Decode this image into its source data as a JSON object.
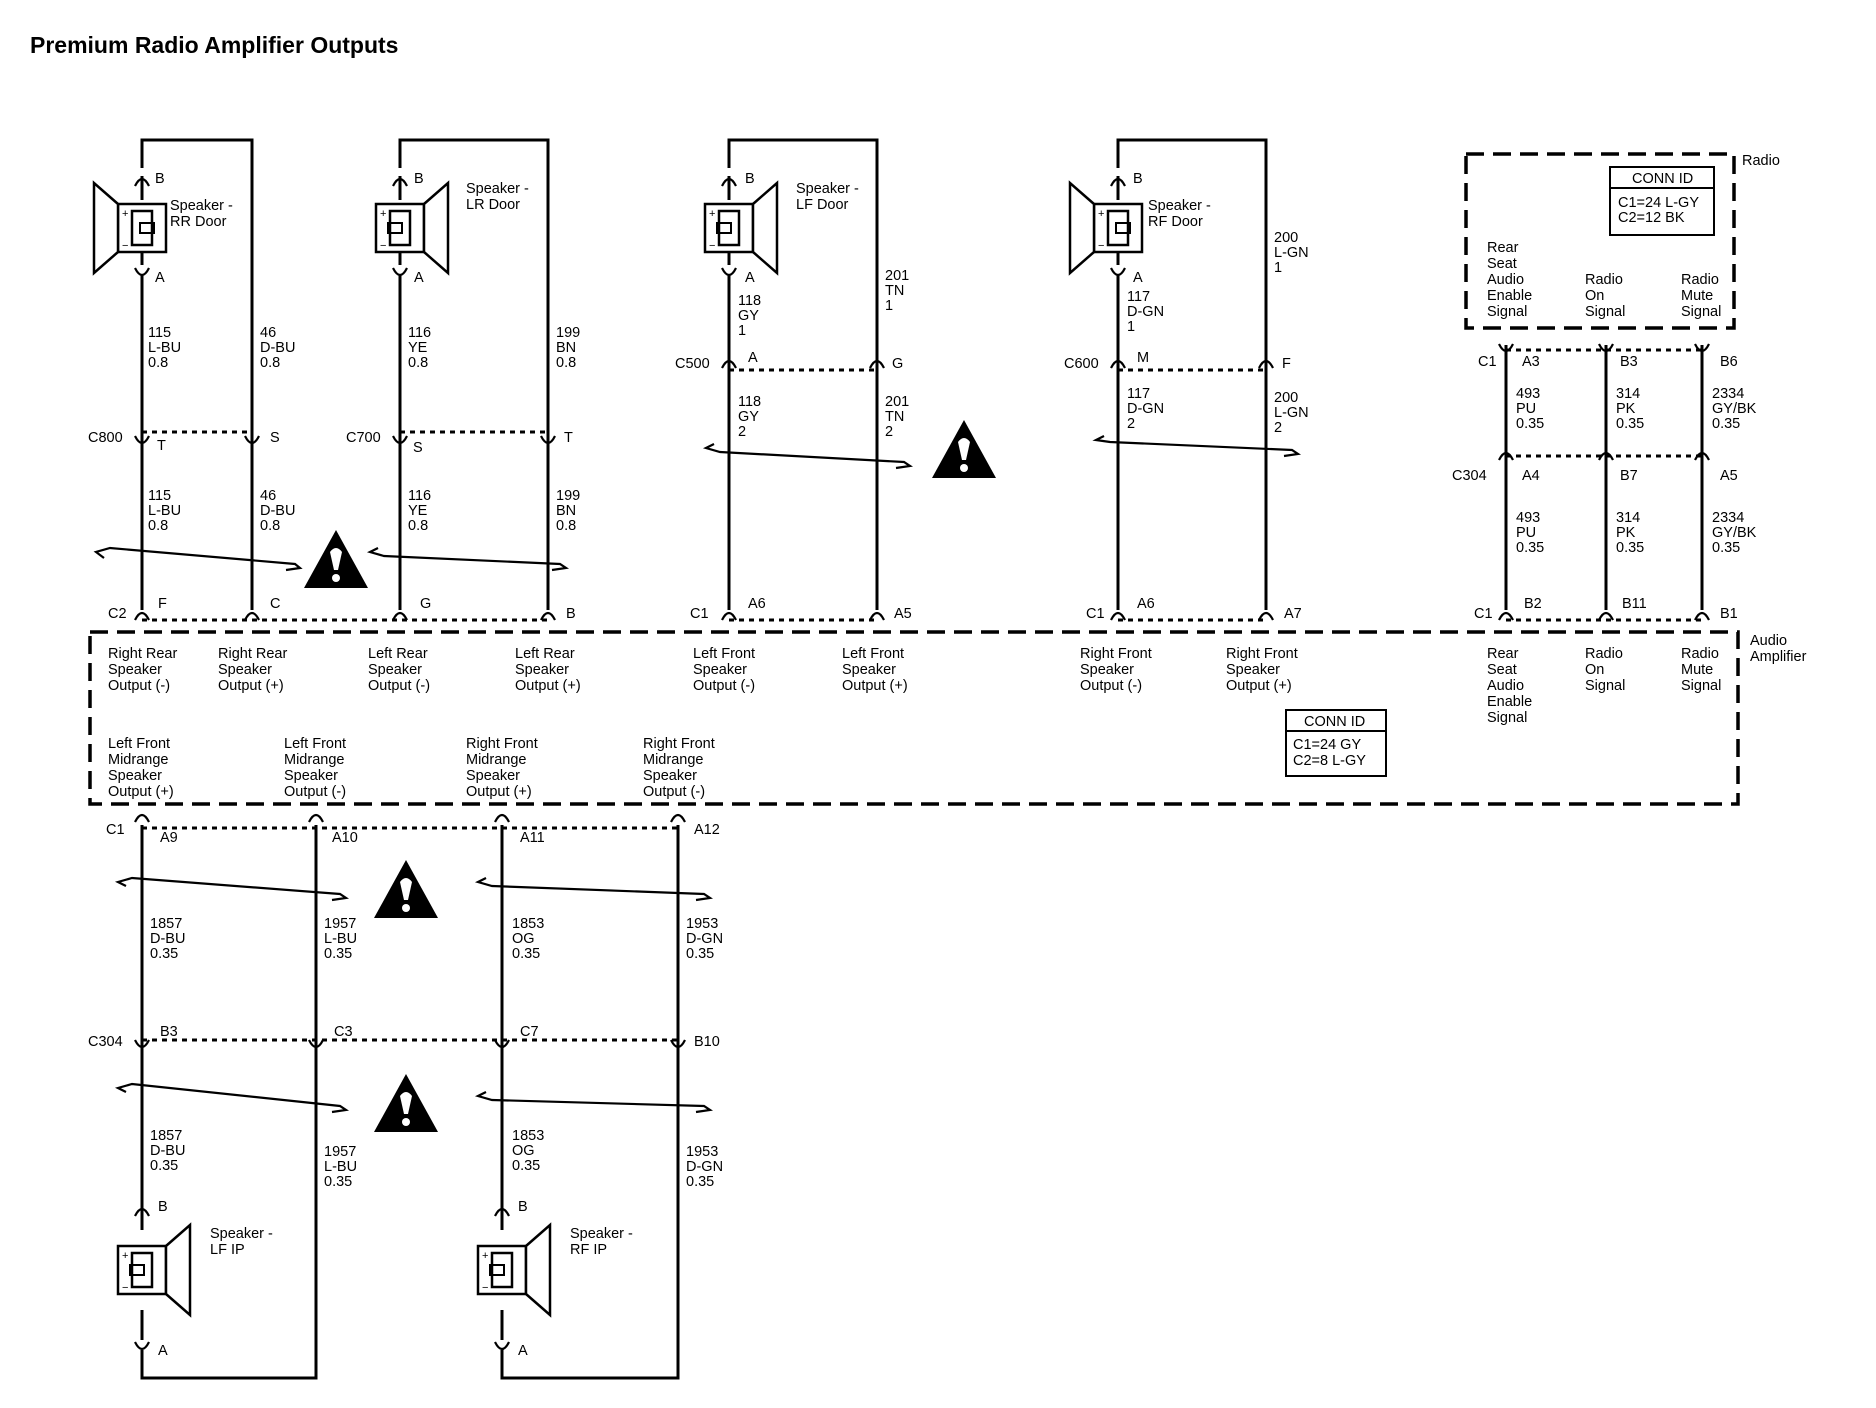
{
  "title": "Premium Radio Amplifier Outputs",
  "modules": {
    "radio": "Radio",
    "amplifier": [
      "Audio",
      "Amplifier"
    ],
    "radio_conn": {
      "title": "CONN ID",
      "rows": [
        "C1=24 L-GY",
        "C2=12 BK"
      ]
    },
    "amp_conn": {
      "title": "CONN ID",
      "rows": [
        "C1=24 GY",
        "C2=8 L-GY"
      ]
    }
  },
  "speakers": {
    "rr": [
      "Speaker -",
      "RR Door"
    ],
    "lr": [
      "Speaker -",
      "LR Door"
    ],
    "lf": [
      "Speaker -",
      "LF Door"
    ],
    "rf": [
      "Speaker -",
      "RF Door"
    ],
    "lfip": [
      "Speaker -",
      "LF IP"
    ],
    "rfip": [
      "Speaker -",
      "RF IP"
    ]
  },
  "pins": {
    "b": "B",
    "a": "A"
  },
  "connectors": {
    "c800": "C800",
    "c700": "C700",
    "c500": "C500",
    "c600": "C600",
    "c304": "C304",
    "c2": "C2",
    "c1": "C1",
    "t": "T",
    "s": "S",
    "f": "F",
    "c": "C",
    "g": "G",
    "bpin": "B",
    "apin": "A",
    "m": "M",
    "a6": "A6",
    "a5": "A5",
    "a7": "A7",
    "a3": "A3",
    "b3": "B3",
    "b6": "B6",
    "a4": "A4",
    "b7": "B7",
    "a5r": "A5",
    "b2": "B2",
    "b11": "B11",
    "b1": "B1",
    "a9": "A9",
    "a10": "A10",
    "a11": "A11",
    "a12": "A12",
    "c3": "C3",
    "c7": "C7",
    "b10": "B10"
  },
  "amp_labels": {
    "rr_neg": [
      "Right Rear",
      "Speaker",
      "Output (-)"
    ],
    "rr_pos": [
      "Right Rear",
      "Speaker",
      "Output (+)"
    ],
    "lr_neg": [
      "Left Rear",
      "Speaker",
      "Output (-)"
    ],
    "lr_pos": [
      "Left Rear",
      "Speaker",
      "Output (+)"
    ],
    "lf_neg": [
      "Left Front",
      "Speaker",
      "Output (-)"
    ],
    "lf_pos": [
      "Left Front",
      "Speaker",
      "Output (+)"
    ],
    "rf_neg": [
      "Right Front",
      "Speaker",
      "Output (-)"
    ],
    "rf_pos": [
      "Right Front",
      "Speaker",
      "Output (+)"
    ],
    "rsae": [
      "Rear",
      "Seat",
      "Audio",
      "Enable",
      "Signal"
    ],
    "ron": [
      "Radio",
      "On",
      "Signal"
    ],
    "rmute": [
      "Radio",
      "Mute",
      "Signal"
    ],
    "lfm_pos": [
      "Left Front",
      "Midrange",
      "Speaker",
      "Output (+)"
    ],
    "lfm_neg": [
      "Left Front",
      "Midrange",
      "Speaker",
      "Output (-)"
    ],
    "rfm_pos": [
      "Right Front",
      "Midrange",
      "Speaker",
      "Output (+)"
    ],
    "rfm_neg": [
      "Right Front",
      "Midrange",
      "Speaker",
      "Output (-)"
    ]
  },
  "radio_labels": {
    "rsae": [
      "Rear",
      "Seat",
      "Audio",
      "Enable",
      "Signal"
    ],
    "ron": [
      "Radio",
      "On",
      "Signal"
    ],
    "rmute": [
      "Radio",
      "Mute",
      "Signal"
    ]
  },
  "wires": {
    "w115": [
      "115",
      "L-BU",
      "0.8"
    ],
    "w46": [
      "46",
      "D-BU",
      "0.8"
    ],
    "w116": [
      "116",
      "YE",
      "0.8"
    ],
    "w199": [
      "199",
      "BN",
      "0.8"
    ],
    "w118_1": [
      "118",
      "GY",
      "1"
    ],
    "w118_2": [
      "118",
      "GY",
      "2"
    ],
    "w201_1": [
      "201",
      "TN",
      "1"
    ],
    "w201_2": [
      "201",
      "TN",
      "2"
    ],
    "w117_1": [
      "117",
      "D-GN",
      "1"
    ],
    "w117_2": [
      "117",
      "D-GN",
      "2"
    ],
    "w200_1": [
      "200",
      "L-GN",
      "1"
    ],
    "w200_2": [
      "200",
      "L-GN",
      "2"
    ],
    "w493": [
      "493",
      "PU",
      "0.35"
    ],
    "w314": [
      "314",
      "PK",
      "0.35"
    ],
    "w2334": [
      "2334",
      "GY/BK",
      "0.35"
    ],
    "w1857": [
      "1857",
      "D-BU",
      "0.35"
    ],
    "w1957": [
      "1957",
      "L-BU",
      "0.35"
    ],
    "w1853": [
      "1853",
      "OG",
      "0.35"
    ],
    "w1953": [
      "1953",
      "D-GN",
      "0.35"
    ]
  }
}
